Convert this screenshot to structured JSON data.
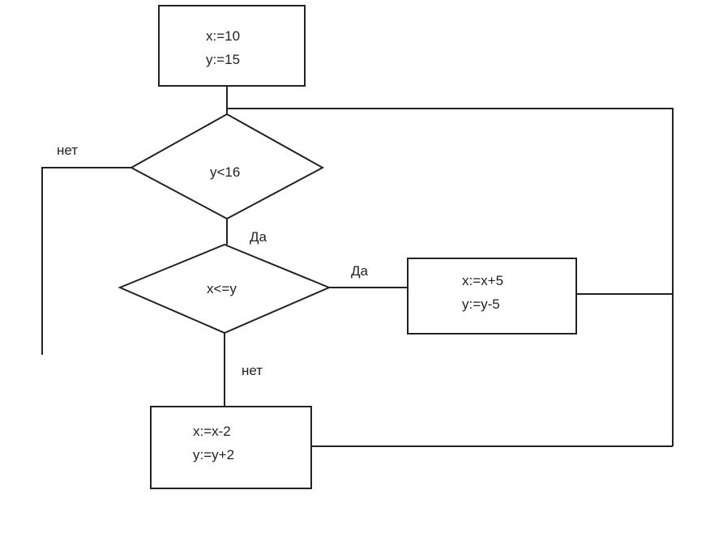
{
  "flowchart": {
    "init": {
      "line1": "x:=10",
      "line2": "y:=15"
    },
    "cond1": {
      "text": "y<16",
      "no_label": "нет",
      "yes_label": "Да"
    },
    "cond2": {
      "text": "x<=y",
      "yes_label": "Да",
      "no_label": "нет"
    },
    "proc_yes": {
      "line1": "x:=x+5",
      "line2": "y:=y-5"
    },
    "proc_no": {
      "line1": "x:=x-2",
      "line2": "y:=y+2"
    }
  }
}
